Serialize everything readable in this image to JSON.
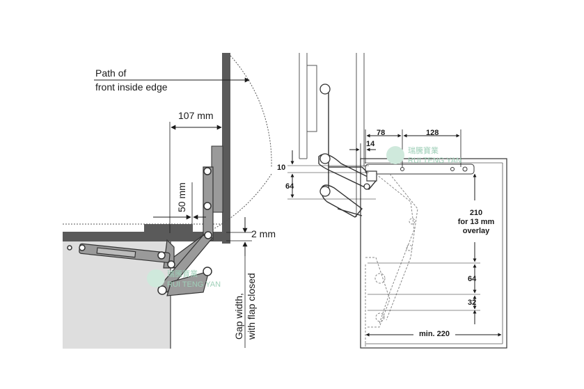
{
  "left": {
    "path_label_line1": "Path of",
    "path_label_line2": "front inside edge",
    "dim_107": "107 mm",
    "dim_50": "50 mm",
    "dim_2": "2 mm",
    "gap_line1": "Gap width,",
    "gap_line2": "with flap closed"
  },
  "right": {
    "dim_78": "78",
    "dim_128": "128",
    "dim_14": "14",
    "dim_10": "10",
    "dim_64_top": "64",
    "dim_210_line1": "210",
    "dim_210_line2": "for 13 mm",
    "dim_210_line3": "overlay",
    "dim_64_bottom": "64",
    "dim_32": "32",
    "dim_min220": "min. 220"
  },
  "watermark": {
    "cn": "瑞騰寶業",
    "en": "RUI TENG YAN"
  },
  "colors": {
    "cabinet_grey": "#dedede",
    "flap_dark": "#5a5a5a",
    "arm_grey": "#9a9a9a",
    "line": "#1a1a1a",
    "watermark": "#9fcfb8"
  }
}
